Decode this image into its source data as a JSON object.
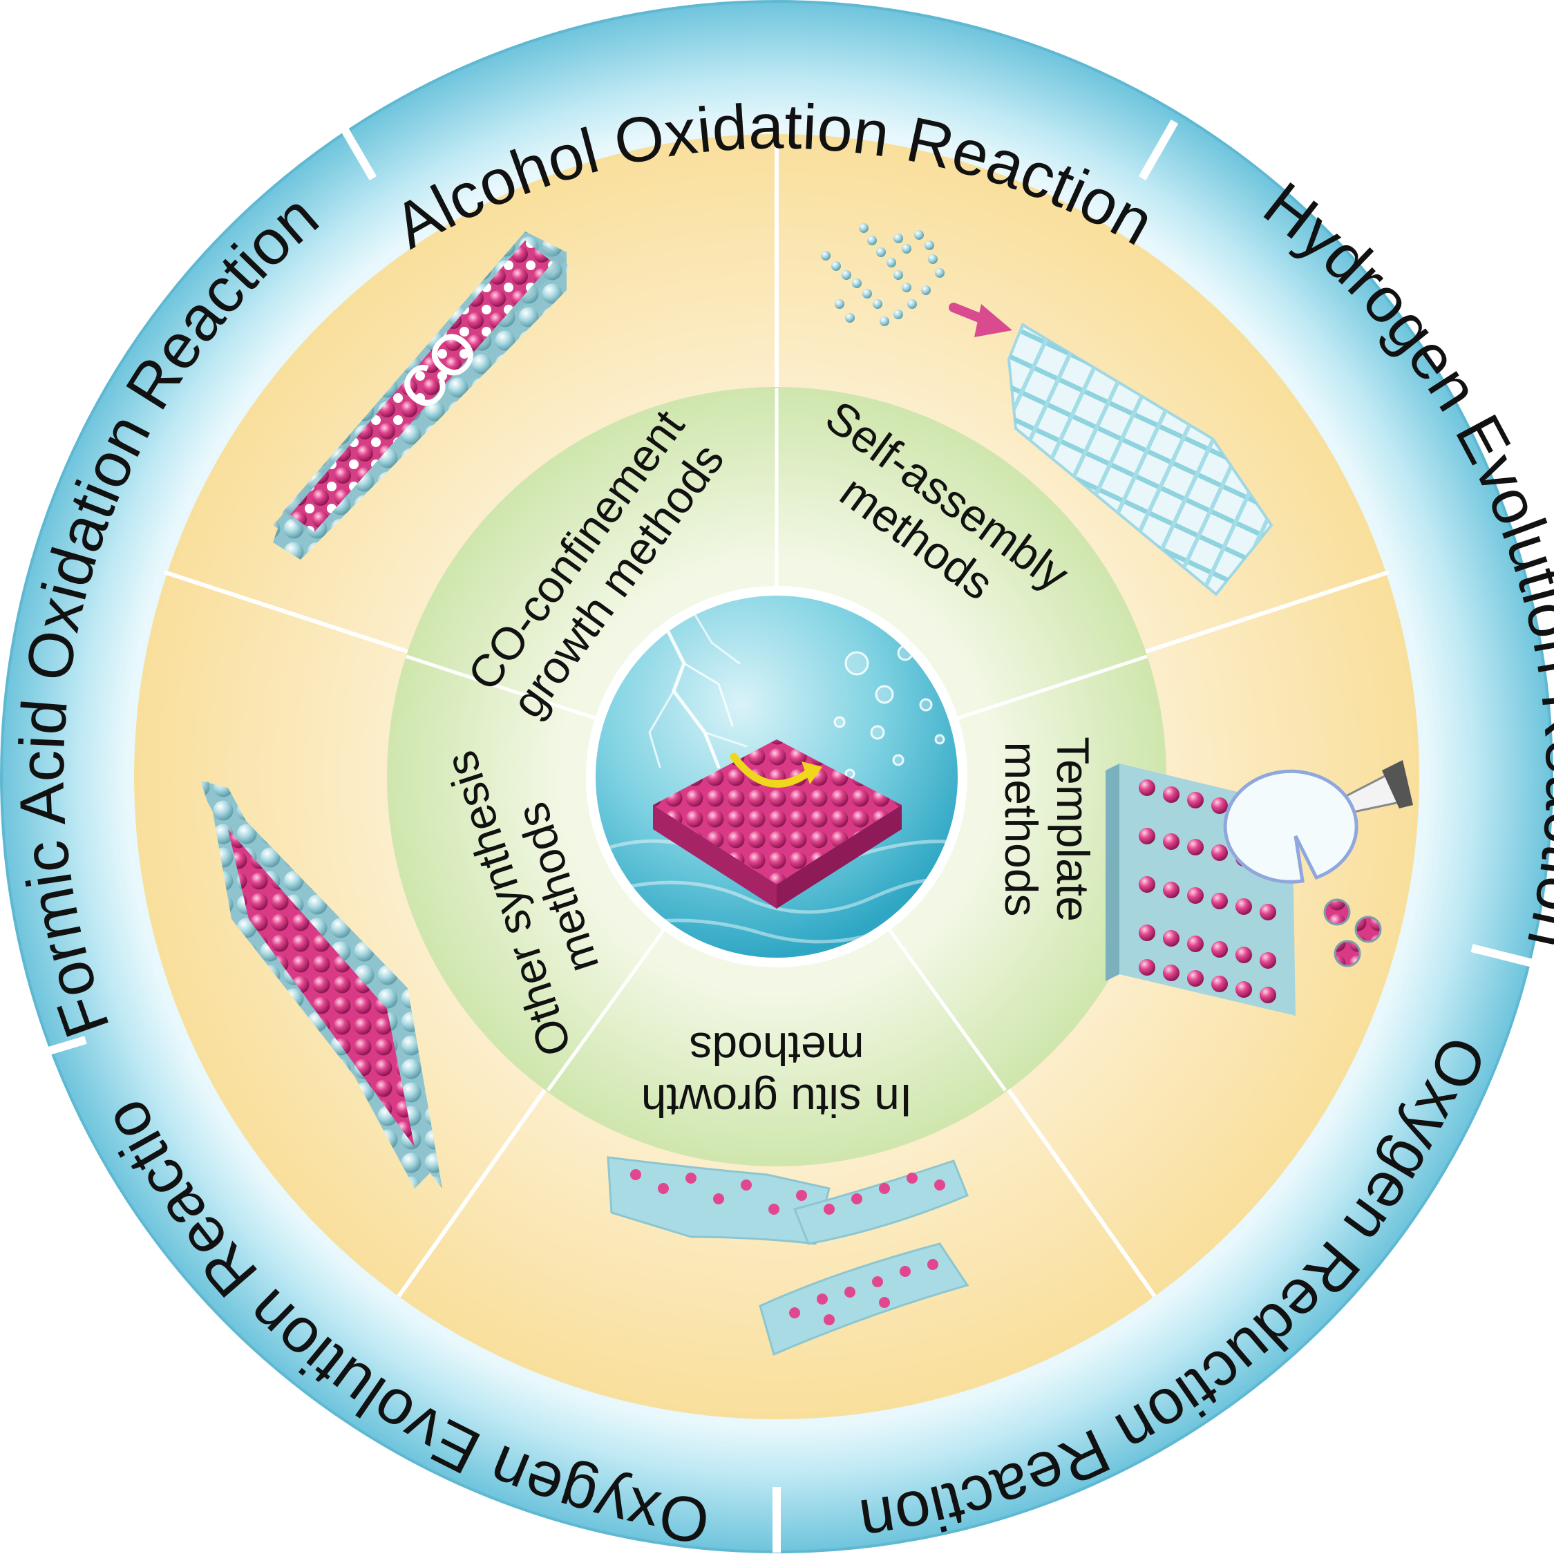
{
  "outer_ring": {
    "reactions": [
      "Alcohol Oxidation Reaction",
      "Hydrogen Evolution Reaction",
      "Oxygen Reduction Reaction",
      "Oxygen Evolution Reactio",
      "Formic Acid Oxidation Reaction"
    ]
  },
  "inner_ring": {
    "methods": [
      {
        "line1": "Self-assembly",
        "line2": "methods"
      },
      {
        "line1": "Template",
        "line2": "methods"
      },
      {
        "line1": "In situ growth",
        "line2": "methods"
      },
      {
        "line1": "Other synthesis",
        "line2": "methods"
      },
      {
        "line1": "CO-confinement",
        "line2": "growth methods"
      }
    ]
  },
  "illustrations": {
    "co_label": "CO"
  },
  "colors": {
    "ring_blue": "#7fcce0",
    "ring_blue_light": "#c6ecf5",
    "cream": "#fbe2a2",
    "cream_light": "#fdf3d2",
    "green": "#d3e8b4",
    "green_light": "#eef5dc",
    "pink": "#e2468f",
    "teal": "#97cfd9"
  }
}
